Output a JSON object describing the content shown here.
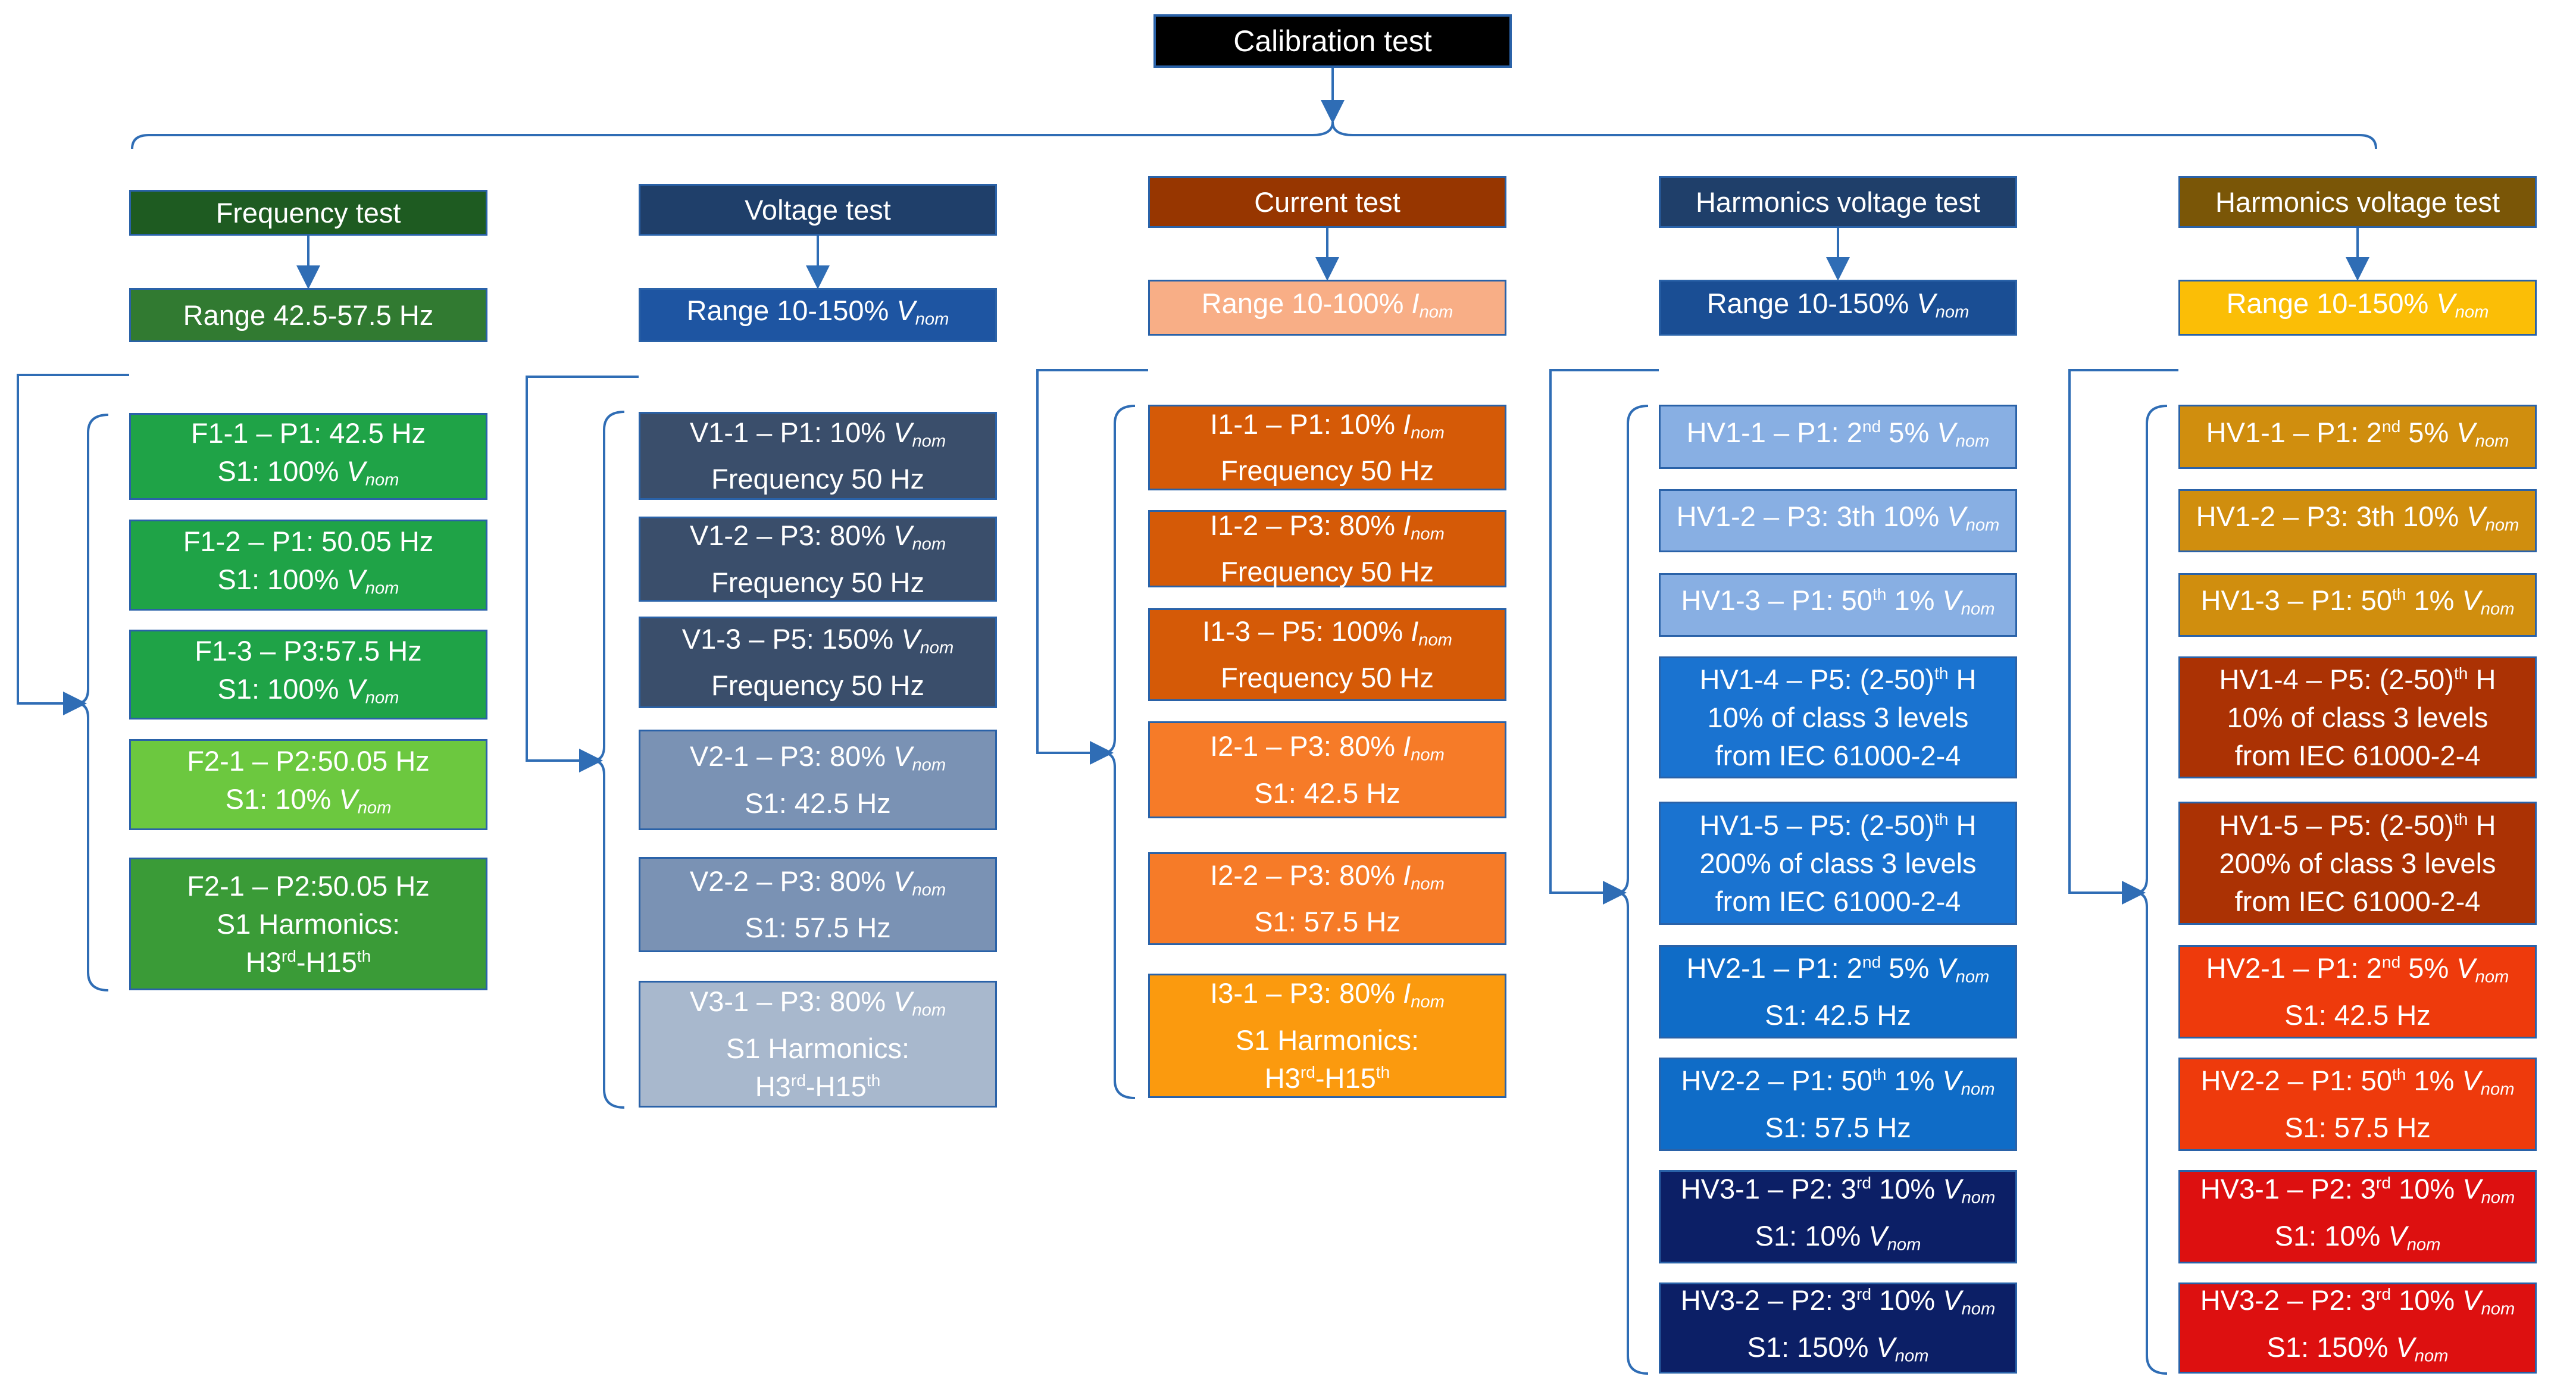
{
  "root": "Calibration test",
  "colors": {
    "connector": "#2f6db5",
    "border": "#2a62a8"
  },
  "columns": [
    {
      "header": {
        "text": "Frequency test",
        "bg": "#1e5b21"
      },
      "range": {
        "segs": [
          {
            "t": "Range 42.5-57.5 Hz"
          }
        ],
        "bg": "#317a31"
      },
      "items": [
        {
          "bg": "#1fa347",
          "lines": [
            [
              {
                "t": "F1-1 – P1: 42.5 Hz"
              }
            ],
            [
              {
                "t": "S1: 100% "
              },
              {
                "v": "V",
                "s": "nom"
              }
            ]
          ]
        },
        {
          "bg": "#1fa347",
          "lines": [
            [
              {
                "t": "F1-2 – P1: 50.05 Hz"
              }
            ],
            [
              {
                "t": "S1: 100% "
              },
              {
                "v": "V",
                "s": "nom"
              }
            ]
          ]
        },
        {
          "bg": "#1fa347",
          "lines": [
            [
              {
                "t": "F1-3 – P3:57.5 Hz"
              }
            ],
            [
              {
                "t": "S1: 100% "
              },
              {
                "v": "V",
                "s": "nom"
              }
            ]
          ]
        },
        {
          "bg": "#6cc83f",
          "lines": [
            [
              {
                "t": "F2-1 – P2:50.05 Hz"
              }
            ],
            [
              {
                "t": "S1: 10% "
              },
              {
                "v": "V",
                "s": "nom"
              }
            ]
          ]
        },
        {
          "bg": "#3a9b37",
          "lines": [
            [
              {
                "t": "F2-1 – P2:50.05 Hz"
              }
            ],
            [
              {
                "t": "S1 Harmonics:"
              }
            ],
            [
              {
                "t": "H3"
              },
              {
                "sup": "rd"
              },
              {
                "t": "-H15"
              },
              {
                "sup": "th"
              }
            ]
          ]
        }
      ]
    },
    {
      "header": {
        "text": "Voltage test",
        "bg": "#1f3f6a"
      },
      "range": {
        "segs": [
          {
            "t": "Range 10-150% "
          },
          {
            "v": "V",
            "s": "nom"
          }
        ],
        "bg": "#1e55a2"
      },
      "items": [
        {
          "bg": "#3a4e6b",
          "lines": [
            [
              {
                "t": "V1-1 – P1: 10% "
              },
              {
                "v": "V",
                "s": "nom"
              }
            ],
            [
              {
                "t": "Frequency 50 Hz"
              }
            ]
          ]
        },
        {
          "bg": "#3a4e6b",
          "lines": [
            [
              {
                "t": "V1-2 – P3: 80% "
              },
              {
                "v": "V",
                "s": "nom"
              }
            ],
            [
              {
                "t": "Frequency 50 Hz"
              }
            ]
          ]
        },
        {
          "bg": "#3a4e6b",
          "lines": [
            [
              {
                "t": "V1-3 – P5: 150% "
              },
              {
                "v": "V",
                "s": "nom"
              }
            ],
            [
              {
                "t": "Frequency 50 Hz"
              }
            ]
          ]
        },
        {
          "bg": "#7a92b4",
          "lines": [
            [
              {
                "t": "V2-1 – P3: 80% "
              },
              {
                "v": "V",
                "s": "nom"
              }
            ],
            [
              {
                "t": "S1: 42.5 Hz"
              }
            ]
          ]
        },
        {
          "bg": "#7a92b4",
          "lines": [
            [
              {
                "t": "V2-2 – P3: 80% "
              },
              {
                "v": "V",
                "s": "nom"
              }
            ],
            [
              {
                "t": "S1: 57.5 Hz"
              }
            ]
          ]
        },
        {
          "bg": "#a8b8cd",
          "lines": [
            [
              {
                "t": "V3-1 – P3: 80% "
              },
              {
                "v": "V",
                "s": "nom"
              }
            ],
            [
              {
                "t": "S1 Harmonics:"
              }
            ],
            [
              {
                "t": "H3"
              },
              {
                "sup": "rd"
              },
              {
                "t": "-H15"
              },
              {
                "sup": "th"
              }
            ]
          ]
        }
      ]
    },
    {
      "header": {
        "text": "Current test",
        "bg": "#973600"
      },
      "range": {
        "segs": [
          {
            "t": "Range 10-100% "
          },
          {
            "v": "I",
            "s": "nom"
          }
        ],
        "bg": "#f8ae86"
      },
      "items": [
        {
          "bg": "#d55a07",
          "lines": [
            [
              {
                "t": "I1-1 – P1: 10% "
              },
              {
                "v": "I",
                "s": "nom"
              }
            ],
            [
              {
                "t": "Frequency 50 Hz"
              }
            ]
          ]
        },
        {
          "bg": "#d55a07",
          "lines": [
            [
              {
                "t": "I1-2 – P3: 80% "
              },
              {
                "v": "I",
                "s": "nom"
              }
            ],
            [
              {
                "t": "Frequency 50 Hz"
              }
            ]
          ]
        },
        {
          "bg": "#d55a07",
          "lines": [
            [
              {
                "t": "I1-3 – P5: 100% "
              },
              {
                "v": "I",
                "s": "nom"
              }
            ],
            [
              {
                "t": "Frequency 50 Hz"
              }
            ]
          ]
        },
        {
          "bg": "#f67b28",
          "lines": [
            [
              {
                "t": "I2-1 – P3: 80% "
              },
              {
                "v": "I",
                "s": "nom"
              }
            ],
            [
              {
                "t": "S1: 42.5 Hz"
              }
            ]
          ]
        },
        {
          "bg": "#f67b28",
          "lines": [
            [
              {
                "t": "I2-2 – P3: 80% "
              },
              {
                "v": "I",
                "s": "nom"
              }
            ],
            [
              {
                "t": "S1: 57.5 Hz"
              }
            ]
          ]
        },
        {
          "bg": "#fb9a0e",
          "lines": [
            [
              {
                "t": "I3-1 – P3: 80% "
              },
              {
                "v": "I",
                "s": "nom"
              }
            ],
            [
              {
                "t": "S1 Harmonics:"
              }
            ],
            [
              {
                "t": "H3"
              },
              {
                "sup": "rd"
              },
              {
                "t": "-H15"
              },
              {
                "sup": "th"
              }
            ]
          ]
        }
      ]
    },
    {
      "header": {
        "text": "Harmonics voltage test",
        "bg": "#1f3f6a"
      },
      "range": {
        "segs": [
          {
            "t": "Range 10-150% "
          },
          {
            "v": "V",
            "s": "nom"
          }
        ],
        "bg": "#1a4e94"
      },
      "items": [
        {
          "bg": "#88afe3",
          "lines": [
            [
              {
                "t": "HV1-1 – P1: 2"
              },
              {
                "sup": "nd"
              },
              {
                "t": " 5% "
              },
              {
                "v": "V",
                "s": "nom"
              }
            ]
          ]
        },
        {
          "bg": "#88afe3",
          "lines": [
            [
              {
                "t": "HV1-2 – P3: 3th 10% "
              },
              {
                "v": "V",
                "s": "nom"
              }
            ]
          ]
        },
        {
          "bg": "#88afe3",
          "lines": [
            [
              {
                "t": "HV1-3 – P1: 50"
              },
              {
                "sup": "th"
              },
              {
                "t": " 1% "
              },
              {
                "v": "V",
                "s": "nom"
              }
            ]
          ]
        },
        {
          "bg": "#1a73d0",
          "lines": [
            [
              {
                "t": "HV1-4 – P5: (2-50)"
              },
              {
                "sup": "th"
              },
              {
                "t": " H"
              }
            ],
            [
              {
                "t": "10% of class 3 levels"
              }
            ],
            [
              {
                "t": "from IEC 61000-2-4"
              }
            ]
          ]
        },
        {
          "bg": "#1a73d0",
          "lines": [
            [
              {
                "t": "HV1-5 – P5: (2-50)"
              },
              {
                "sup": "th"
              },
              {
                "t": " H"
              }
            ],
            [
              {
                "t": "200% of class 3 levels"
              }
            ],
            [
              {
                "t": "from IEC 61000-2-4"
              }
            ]
          ]
        },
        {
          "bg": "#0f6cc7",
          "lines": [
            [
              {
                "t": "HV2-1 – P1: 2"
              },
              {
                "sup": "nd"
              },
              {
                "t": " 5% "
              },
              {
                "v": "V",
                "s": "nom"
              }
            ],
            [
              {
                "t": "S1: 42.5 Hz"
              }
            ]
          ]
        },
        {
          "bg": "#0f6cc7",
          "lines": [
            [
              {
                "t": "HV2-2 – P1: 50"
              },
              {
                "sup": "th"
              },
              {
                "t": " 1% "
              },
              {
                "v": "V",
                "s": "nom"
              }
            ],
            [
              {
                "t": "S1: 57.5 Hz"
              }
            ]
          ]
        },
        {
          "bg": "#0c1f66",
          "lines": [
            [
              {
                "t": "HV3-1 – P2: 3"
              },
              {
                "sup": "rd"
              },
              {
                "t": " 10% "
              },
              {
                "v": "V",
                "s": "nom"
              }
            ],
            [
              {
                "t": "S1: 10% "
              },
              {
                "v": "V",
                "s": "nom"
              }
            ]
          ]
        },
        {
          "bg": "#0c1f66",
          "lines": [
            [
              {
                "t": "HV3-2 – P2: 3"
              },
              {
                "sup": "rd"
              },
              {
                "t": " 10% "
              },
              {
                "v": "V",
                "s": "nom"
              }
            ],
            [
              {
                "t": "S1: 150% "
              },
              {
                "v": "V",
                "s": "nom"
              }
            ]
          ]
        }
      ]
    },
    {
      "header": {
        "text": "Harmonics voltage test",
        "bg": "#7a5607"
      },
      "range": {
        "segs": [
          {
            "t": "Range 10-150% "
          },
          {
            "v": "V",
            "s": "nom"
          }
        ],
        "bg": "#fbbe06"
      },
      "items": [
        {
          "bg": "#d08e0e",
          "lines": [
            [
              {
                "t": "HV1-1 – P1: 2"
              },
              {
                "sup": "nd"
              },
              {
                "t": " 5% "
              },
              {
                "v": "V",
                "s": "nom"
              }
            ]
          ]
        },
        {
          "bg": "#d08e0e",
          "lines": [
            [
              {
                "t": "HV1-2 – P3: 3th 10% "
              },
              {
                "v": "V",
                "s": "nom"
              }
            ]
          ]
        },
        {
          "bg": "#d08e0e",
          "lines": [
            [
              {
                "t": "HV1-3 – P1: 50"
              },
              {
                "sup": "th"
              },
              {
                "t": " 1% "
              },
              {
                "v": "V",
                "s": "nom"
              }
            ]
          ]
        },
        {
          "bg": "#ab3204",
          "lines": [
            [
              {
                "t": "HV1-4 – P5: (2-50)"
              },
              {
                "sup": "th"
              },
              {
                "t": " H"
              }
            ],
            [
              {
                "t": "10% of class 3 levels"
              }
            ],
            [
              {
                "t": "from IEC 61000-2-4"
              }
            ]
          ]
        },
        {
          "bg": "#ab3204",
          "lines": [
            [
              {
                "t": "HV1-5 – P5: (2-50)"
              },
              {
                "sup": "th"
              },
              {
                "t": " H"
              }
            ],
            [
              {
                "t": "200% of class 3 levels"
              }
            ],
            [
              {
                "t": "from IEC 61000-2-4"
              }
            ]
          ]
        },
        {
          "bg": "#ee3a0c",
          "lines": [
            [
              {
                "t": "HV2-1 – P1: 2"
              },
              {
                "sup": "nd"
              },
              {
                "t": " 5% "
              },
              {
                "v": "V",
                "s": "nom"
              }
            ],
            [
              {
                "t": "S1: 42.5 Hz"
              }
            ]
          ]
        },
        {
          "bg": "#ee3a0c",
          "lines": [
            [
              {
                "t": "HV2-2 – P1: 50"
              },
              {
                "sup": "th"
              },
              {
                "t": " 1% "
              },
              {
                "v": "V",
                "s": "nom"
              }
            ],
            [
              {
                "t": "S1: 57.5 Hz"
              }
            ]
          ]
        },
        {
          "bg": "#dd1010",
          "lines": [
            [
              {
                "t": "HV3-1 – P2: 3"
              },
              {
                "sup": "rd"
              },
              {
                "t": " 10% "
              },
              {
                "v": "V",
                "s": "nom"
              }
            ],
            [
              {
                "t": "S1: 10% "
              },
              {
                "v": "V",
                "s": "nom"
              }
            ]
          ]
        },
        {
          "bg": "#dd1010",
          "lines": [
            [
              {
                "t": "HV3-2 – P2: 3"
              },
              {
                "sup": "rd"
              },
              {
                "t": " 10% "
              },
              {
                "v": "V",
                "s": "nom"
              }
            ],
            [
              {
                "t": "S1: 150% "
              },
              {
                "v": "V",
                "s": "nom"
              }
            ]
          ]
        }
      ]
    }
  ]
}
